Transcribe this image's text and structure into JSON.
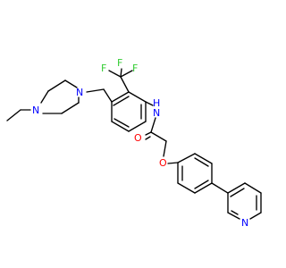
{
  "molecule": {
    "atoms": [
      {
        "id": "n-pip-ethyl",
        "symbol": "N",
        "color": "#0000ff"
      },
      {
        "id": "n-pip-benzyl",
        "symbol": "N",
        "color": "#0000ff"
      },
      {
        "id": "f-1",
        "symbol": "F",
        "color": "#33cc33"
      },
      {
        "id": "f-2",
        "symbol": "F",
        "color": "#33cc33"
      },
      {
        "id": "f-3",
        "symbol": "F",
        "color": "#33cc33"
      },
      {
        "id": "n-amide",
        "symbol": "N",
        "color": "#0000ff"
      },
      {
        "id": "h-amide",
        "symbol": "H",
        "color": "#0000ff"
      },
      {
        "id": "o-carbonyl",
        "symbol": "O",
        "color": "#ff0000"
      },
      {
        "id": "o-ether",
        "symbol": "O",
        "color": "#ff0000"
      },
      {
        "id": "n-pyridine",
        "symbol": "N",
        "color": "#0000ff"
      }
    ],
    "bond_color": "#000000"
  }
}
